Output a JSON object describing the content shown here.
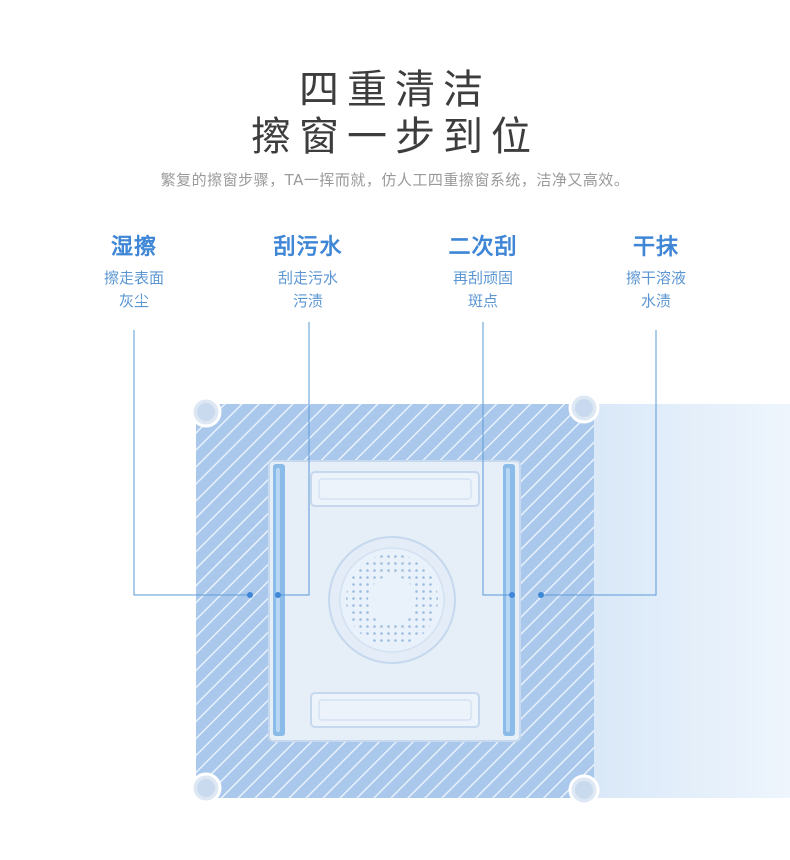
{
  "heading": {
    "line1": "四重清洁",
    "line2": "擦窗一步到位",
    "subtitle": "繁复的擦窗步骤，TA一挥而就，仿人工四重擦窗系统，洁净又高效。"
  },
  "features": [
    {
      "title": "湿擦",
      "desc_line1": "擦走表面",
      "desc_line2": "灰尘"
    },
    {
      "title": "刮污水",
      "desc_line1": "刮走污水",
      "desc_line2": "污渍"
    },
    {
      "title": "二次刮",
      "desc_line1": "再刮顽固",
      "desc_line2": "斑点"
    },
    {
      "title": "干抹",
      "desc_line1": "擦干溶液",
      "desc_line2": "水渍"
    }
  ],
  "colors": {
    "accent": "#3f86d6",
    "line": "#5a9ad8",
    "pad": "#a9c8ec",
    "body": "#e6eef8"
  }
}
